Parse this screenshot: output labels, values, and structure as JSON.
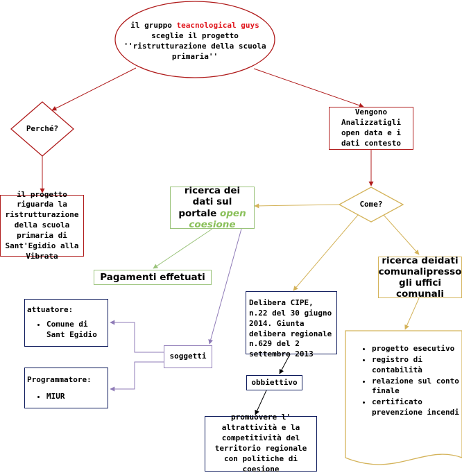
{
  "nodes": {
    "title": {
      "prefix": "il gruppo ",
      "team": "teacnological guys",
      "suffix": " sceglie il progetto ''ristrutturazione della scuola primaria''"
    },
    "why": {
      "label": "Perché?"
    },
    "reason": {
      "text": "il progetto riguarda la ristrutturazione della scuola primaria di Sant'Egidio alla Vibrata"
    },
    "analysis": {
      "text": "Vengono Analizzatigli open data e i dati contesto"
    },
    "how": {
      "label": "Come?"
    },
    "research_portal": {
      "prefix": "ricerca dei dati sul portale ",
      "highlight": "open coesione"
    },
    "payments": {
      "text": "Pagamenti effetuati"
    },
    "research_comune": {
      "text": "ricerca deidati comunalipresso gli uffici comunali"
    },
    "delibera": {
      "text": "Delibera CIPE, n.22 del 30 giugno 2014. Giunta delibera regionale n.629 del 2 settembre 2013"
    },
    "subjects": {
      "text": "soggetti"
    },
    "attuatore": {
      "title": "attuatore:",
      "items": [
        "Comune di Sant Egidio"
      ]
    },
    "programmatore": {
      "title": "Programmatore:",
      "items": [
        "MIUR"
      ]
    },
    "obiettivo": {
      "text": "obbiettivo"
    },
    "promuovere": {
      "text": "promuovere l' altrattività e la competitività del territorio regionale con politiche di coesione"
    },
    "documents": {
      "items": [
        "progetto esecutivo",
        "registro di contabilità",
        "relazione sul conto finale",
        "certificato prevenzione incendi"
      ]
    }
  },
  "colors": {
    "red": "#b01c1c",
    "navy": "#0d1a5c",
    "green": "#9ac37a",
    "gold": "#d4b35a",
    "purple": "#8f7bb7",
    "black": "#000000",
    "team_highlight": "#e0141b",
    "portal_highlight": "#8ac05a"
  }
}
